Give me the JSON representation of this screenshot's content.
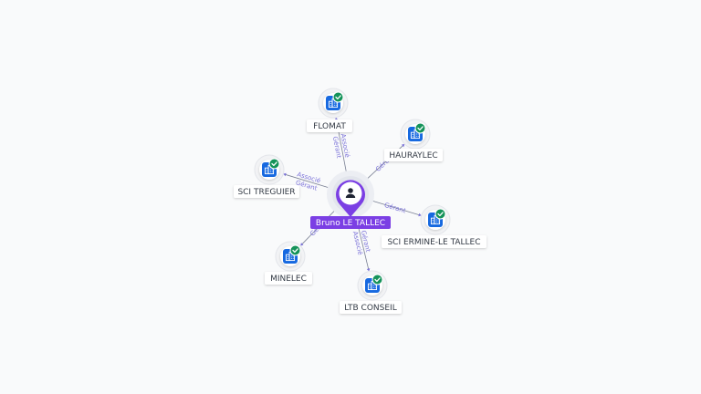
{
  "colors": {
    "background": "#f9fafb",
    "edge": "#7b8194",
    "edge_label": "#7c73d9",
    "company_icon": "#1769e0",
    "check_badge": "#15935a",
    "person_accent": "#7b3fe4",
    "label_text": "#333a45"
  },
  "center": {
    "name": "Bruno LE TALLEC",
    "icon": "person-icon"
  },
  "companies": [
    {
      "id": "flomat",
      "name": "FLOMAT",
      "icon": "building-icon",
      "badge": "check-icon",
      "edge_labels": [
        "Gérant",
        "Associé"
      ]
    },
    {
      "id": "hauraylec",
      "name": "HAURAYLEC",
      "icon": "building-icon",
      "badge": "check-icon",
      "edge_labels": [
        "Gérant"
      ]
    },
    {
      "id": "sci-treguier",
      "name": "SCI TREGUIER",
      "icon": "building-icon",
      "badge": "check-icon",
      "edge_labels": [
        "Gérant",
        "Associé"
      ]
    },
    {
      "id": "sci-ermine",
      "name": "SCI ERMINE-LE TALLEC",
      "icon": "building-icon",
      "badge": "check-icon",
      "edge_labels": [
        "Gérant"
      ]
    },
    {
      "id": "minelec",
      "name": "MINELEC",
      "icon": "building-icon",
      "badge": "check-icon",
      "edge_labels": [
        "Gérant"
      ]
    },
    {
      "id": "ltb-conseil",
      "name": "LTB CONSEIL",
      "icon": "building-icon",
      "badge": "check-icon",
      "edge_labels": [
        "Gérant",
        "Associé"
      ]
    }
  ]
}
